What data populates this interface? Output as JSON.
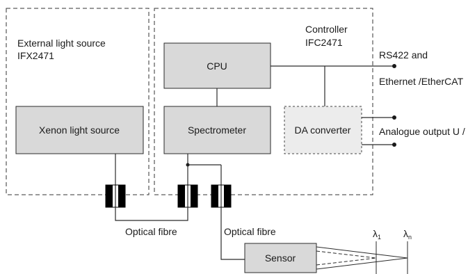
{
  "external_source": {
    "title_line1": "External light source",
    "title_line2": "IFX2471"
  },
  "controller": {
    "title_line1": "Controller",
    "title_line2": "IFC2471"
  },
  "blocks": {
    "xenon": "Xenon light source",
    "cpu": "CPU",
    "spectrometer": "Spectrometer",
    "da_converter": "DA converter",
    "sensor": "Sensor"
  },
  "outputs": {
    "rs422": "RS422 and",
    "ethernet": "Ethernet /EtherCAT",
    "analogue": "Analogue output U / I"
  },
  "fibres": {
    "left": "Optical fibre",
    "right": "Optical fibre"
  },
  "wavelengths": {
    "lambda1_base": "λ",
    "lambda1_sub": "1",
    "lambdan_base": "λ",
    "lambdan_sub": "n"
  }
}
